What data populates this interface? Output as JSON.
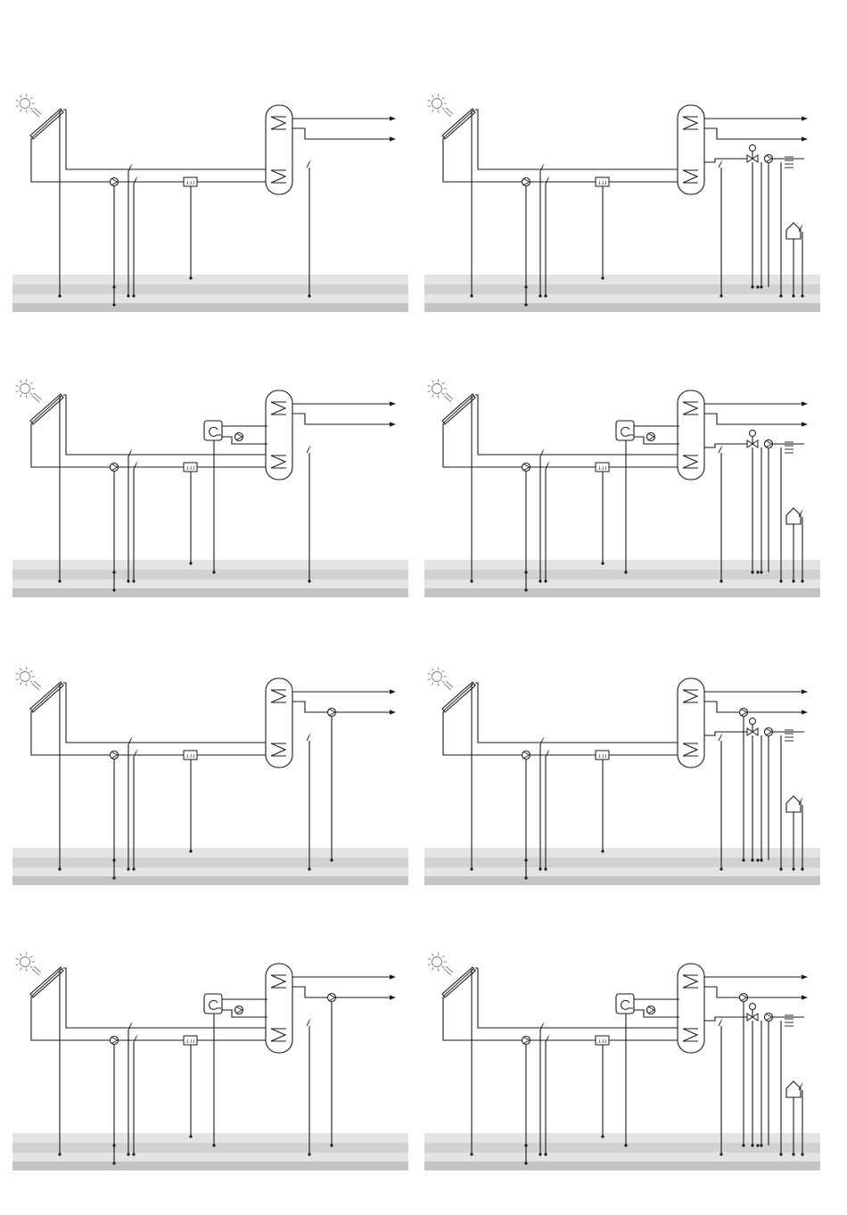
{
  "colors": {
    "line": "#1a1a1a",
    "band_light": "#e4e4e4",
    "band_mid": "#d2d2d2",
    "band_dark": "#c4c4c4",
    "sun": "#7a7a7a",
    "background": "#ffffff"
  },
  "timer_label": "ɹɹɹ",
  "panels": [
    {
      "id": "1a",
      "boiler": false,
      "dhw_circ": false,
      "heating_circuit": false
    },
    {
      "id": "1b",
      "boiler": false,
      "dhw_circ": false,
      "heating_circuit": true
    },
    {
      "id": "2a",
      "boiler": true,
      "dhw_circ": false,
      "heating_circuit": false
    },
    {
      "id": "2b",
      "boiler": true,
      "dhw_circ": false,
      "heating_circuit": true
    },
    {
      "id": "3a",
      "boiler": false,
      "dhw_circ": true,
      "heating_circuit": false
    },
    {
      "id": "3b",
      "boiler": false,
      "dhw_circ": true,
      "heating_circuit": true
    },
    {
      "id": "4a",
      "boiler": true,
      "dhw_circ": true,
      "heating_circuit": false
    },
    {
      "id": "4b",
      "boiler": true,
      "dhw_circ": true,
      "heating_circuit": true
    }
  ],
  "icons": {
    "sun": "sun-icon",
    "collector": "solar-collector-icon",
    "tank": "storage-tank-icon",
    "pump": "pump-icon",
    "sensor": "temperature-sensor-icon",
    "timer": "timer-module-icon",
    "boiler": "boiler-icon",
    "mixing_valve": "mixing-valve-icon",
    "radiator": "radiator-icon",
    "house": "house-icon",
    "terminal_strip": "terminal-strip-icon"
  }
}
